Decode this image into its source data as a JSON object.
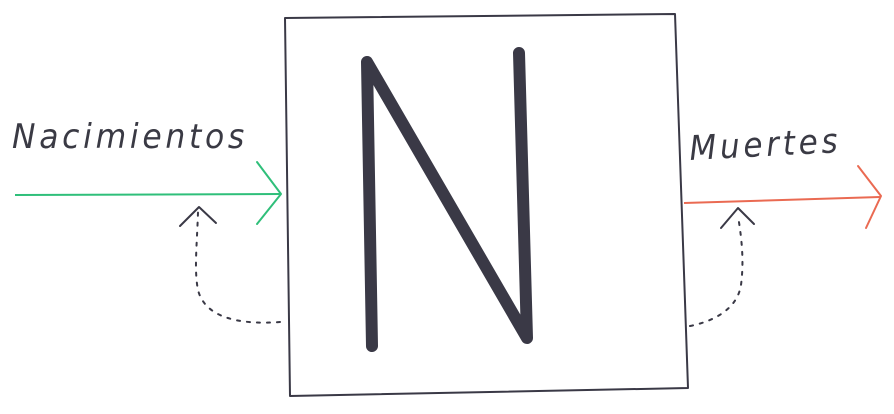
{
  "diagram": {
    "stock_label": "N",
    "inflow_label": "Nacimientos",
    "outflow_label": "Muertes",
    "colors": {
      "inflow": "#2fbf7a",
      "outflow": "#ea6a52",
      "stroke": "#3a3946",
      "background": "#ffffff"
    }
  }
}
